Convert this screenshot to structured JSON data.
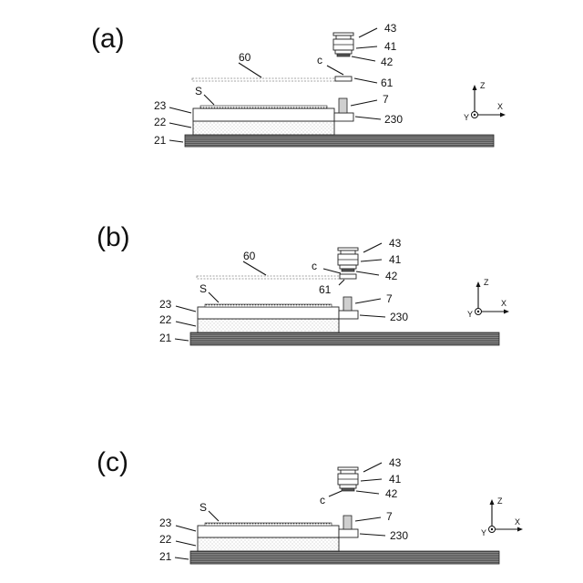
{
  "figure": {
    "panels": [
      {
        "panel_label": "(a)",
        "labels": {
          "head_top": "43",
          "head_body": "41",
          "head_tip": "42",
          "film": "60",
          "substrate": "S",
          "c_label": "c",
          "c_plate": "61",
          "sensor": "7",
          "layer_23": "23",
          "layer_22": "22",
          "side_block": "230",
          "base": "21"
        },
        "axes": {
          "z": "Z",
          "x": "X",
          "y": "Y"
        }
      },
      {
        "panel_label": "(b)",
        "labels": {
          "head_top": "43",
          "head_body": "41",
          "head_tip": "42",
          "film": "60",
          "substrate": "S",
          "c_label": "c",
          "c_plate": "61",
          "sensor": "7",
          "layer_23": "23",
          "layer_22": "22",
          "side_block": "230",
          "base": "21"
        },
        "axes": {
          "z": "Z",
          "x": "X",
          "y": "Y"
        }
      },
      {
        "panel_label": "(c)",
        "labels": {
          "head_top": "43",
          "head_body": "41",
          "head_tip": "42",
          "substrate": "S",
          "c_label": "c",
          "sensor": "7",
          "layer_23": "23",
          "layer_22": "22",
          "side_block": "230",
          "base": "21"
        },
        "axes": {
          "z": "Z",
          "x": "X",
          "y": "Y"
        }
      }
    ]
  }
}
